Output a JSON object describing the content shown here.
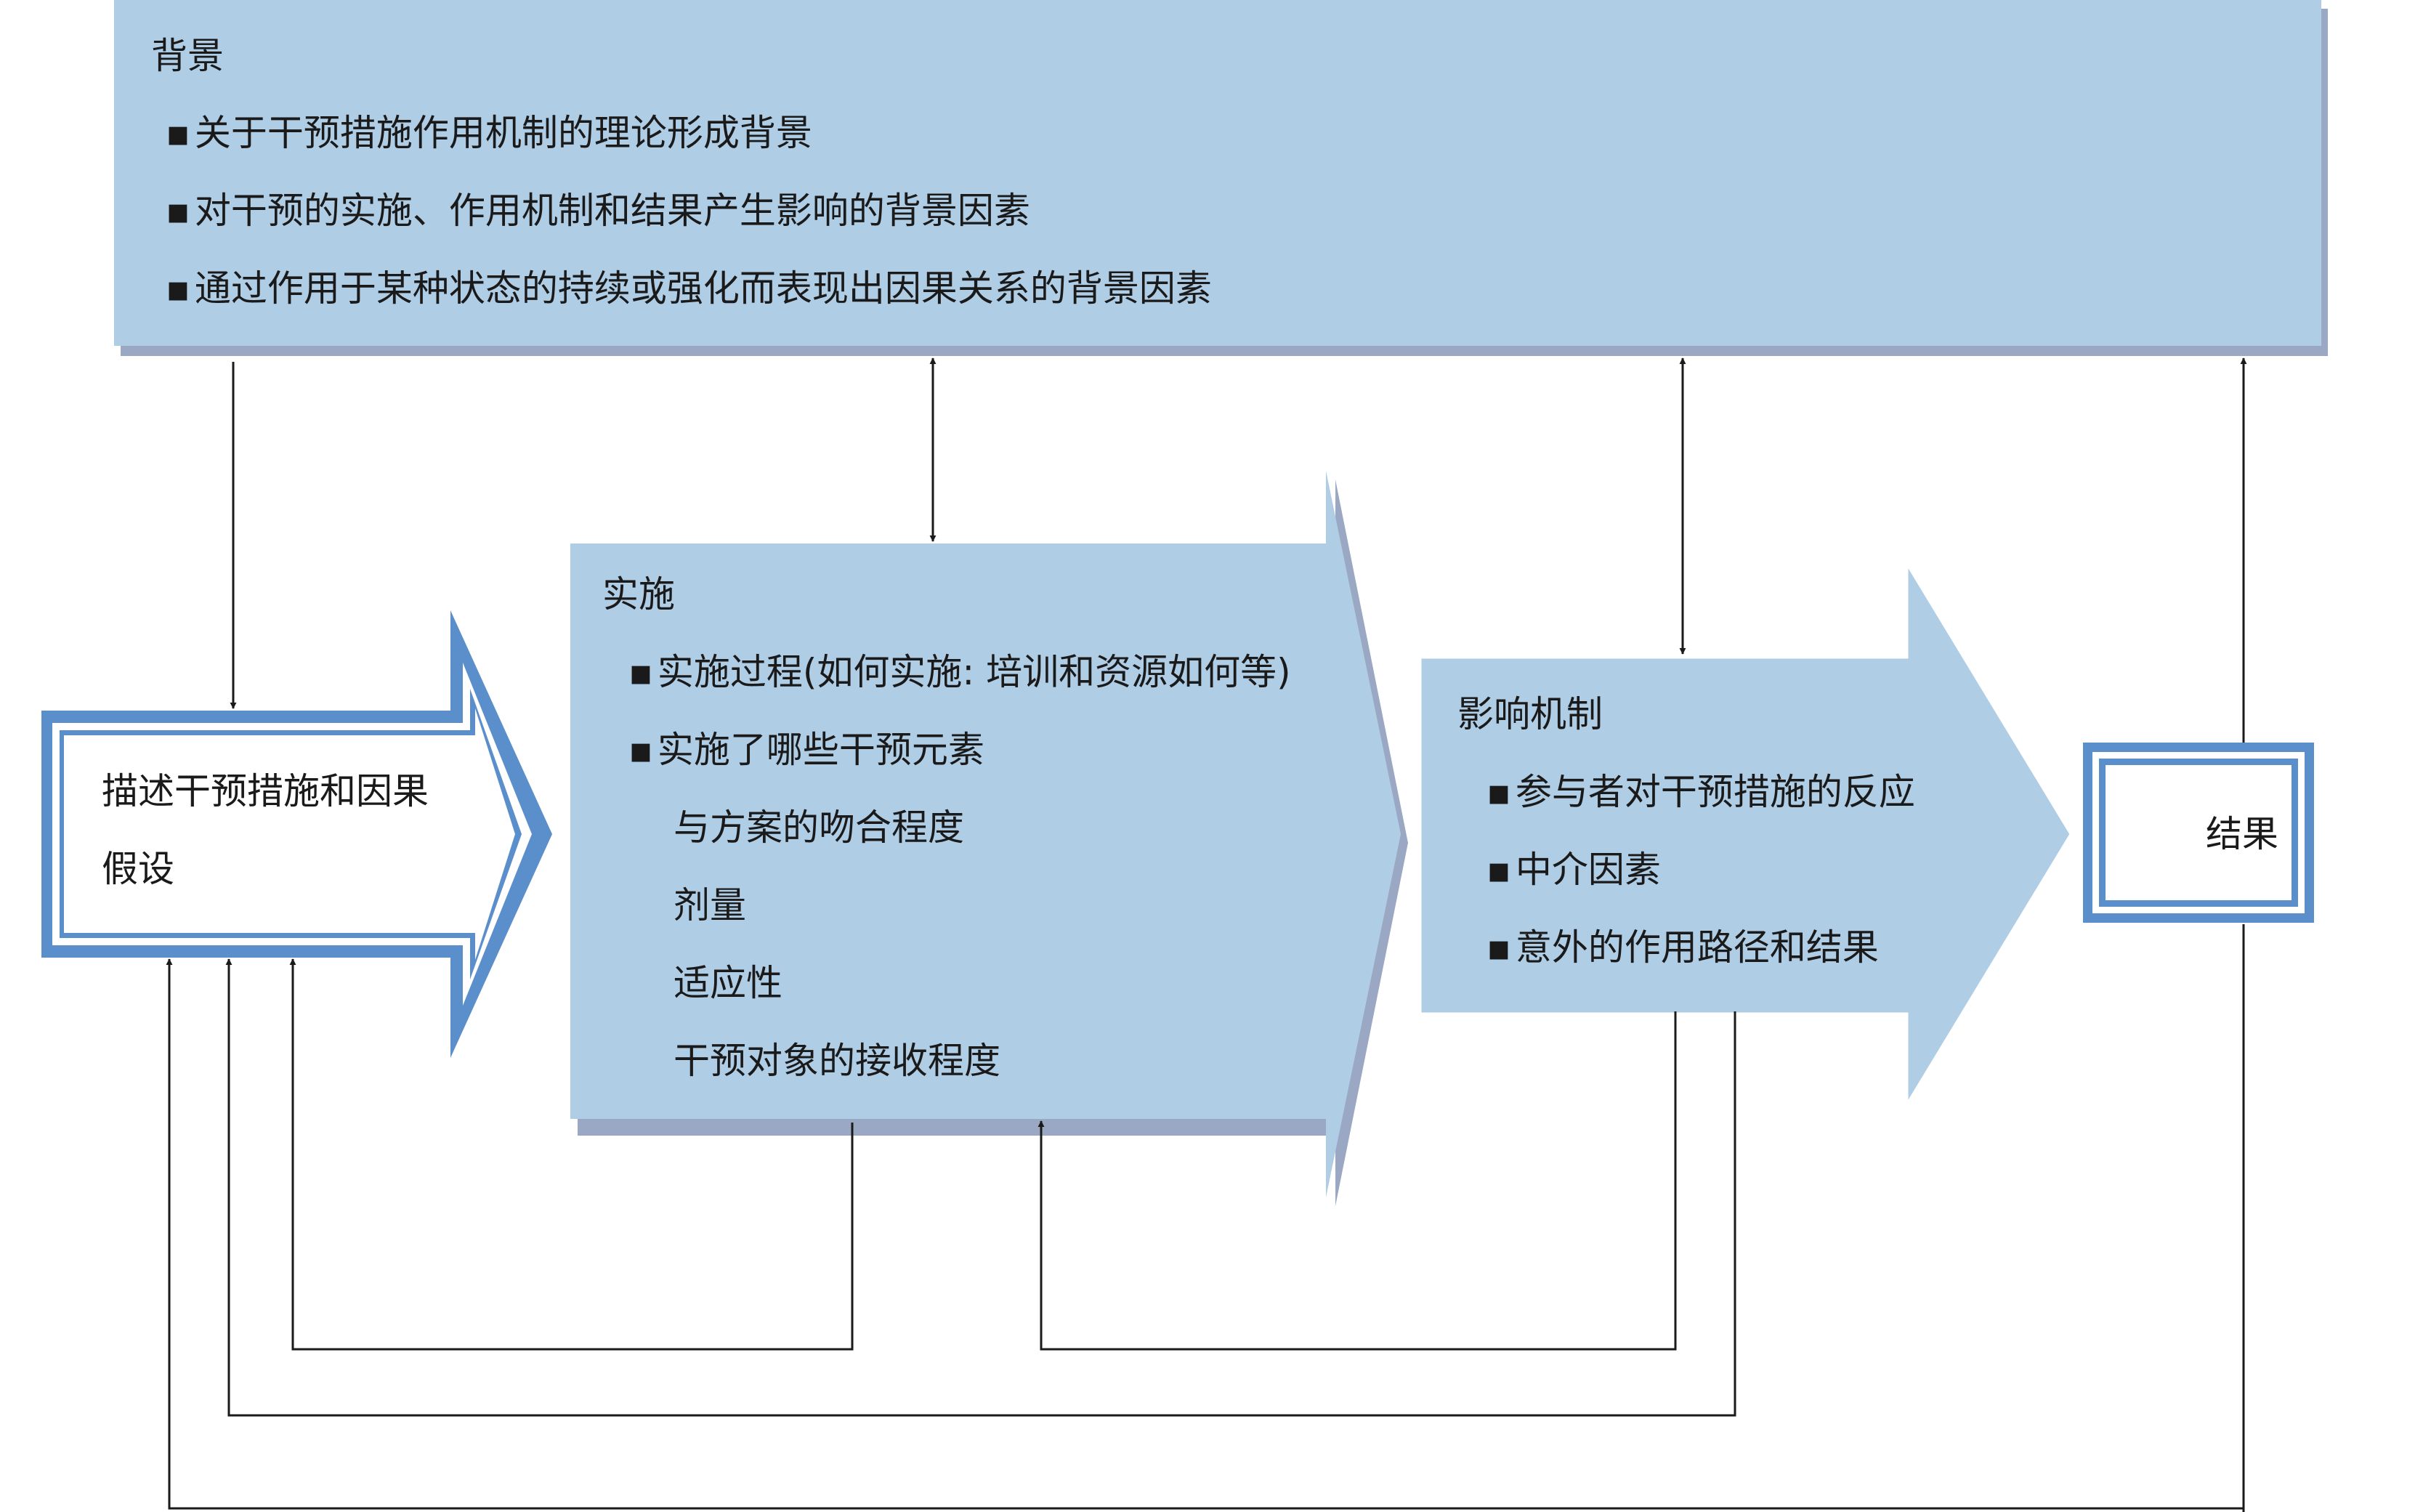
{
  "background": {
    "title": "背景",
    "items": [
      "关于干预措施作用机制的理论形成背景",
      "对干预的实施、作用机制和结果产生影响的背景因素",
      "通过作用于某种状态的持续或强化而表现出因果关系的背景因素"
    ]
  },
  "description": {
    "line1": "描述干预措施和因果",
    "line2": "假设"
  },
  "implementation": {
    "title": "实施",
    "items": [
      "实施过程(如何实施: 培训和资源如何等)",
      "实施了哪些干预元素"
    ],
    "subitems": [
      "与方案的吻合程度",
      "剂量",
      "适应性",
      "干预对象的接收程度"
    ]
  },
  "mechanism": {
    "title": "影响机制",
    "items": [
      "参与者对干预措施的反应",
      "中介因素",
      "意外的作用路径和结果"
    ]
  },
  "outcome": {
    "title": "结果"
  },
  "colors": {
    "box_fill": "#b0cde6",
    "box_shadow": "#9ba8c4",
    "border_blue": "#5b8fcb",
    "line": "#1a1a1a"
  }
}
